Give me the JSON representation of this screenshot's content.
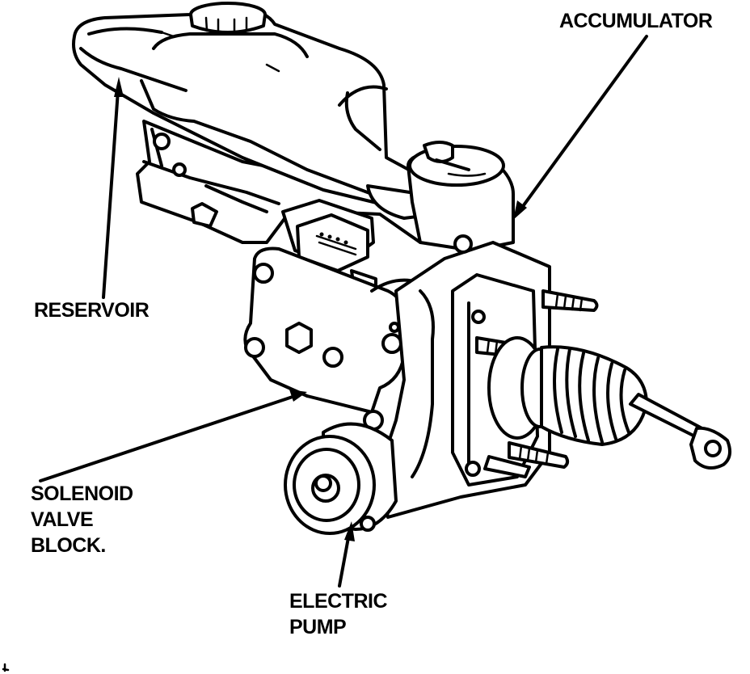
{
  "labels": {
    "accumulator": "ACCUMULATOR",
    "reservoir": "RESERVOIR",
    "solenoid_line1": "SOLENOID",
    "solenoid_line2": "VALVE",
    "solenoid_line3": "BLOCK.",
    "pump_line1": "ELECTRIC",
    "pump_line2": "PUMP"
  },
  "colors": {
    "ink": "#000000",
    "paper": "#ffffff"
  }
}
